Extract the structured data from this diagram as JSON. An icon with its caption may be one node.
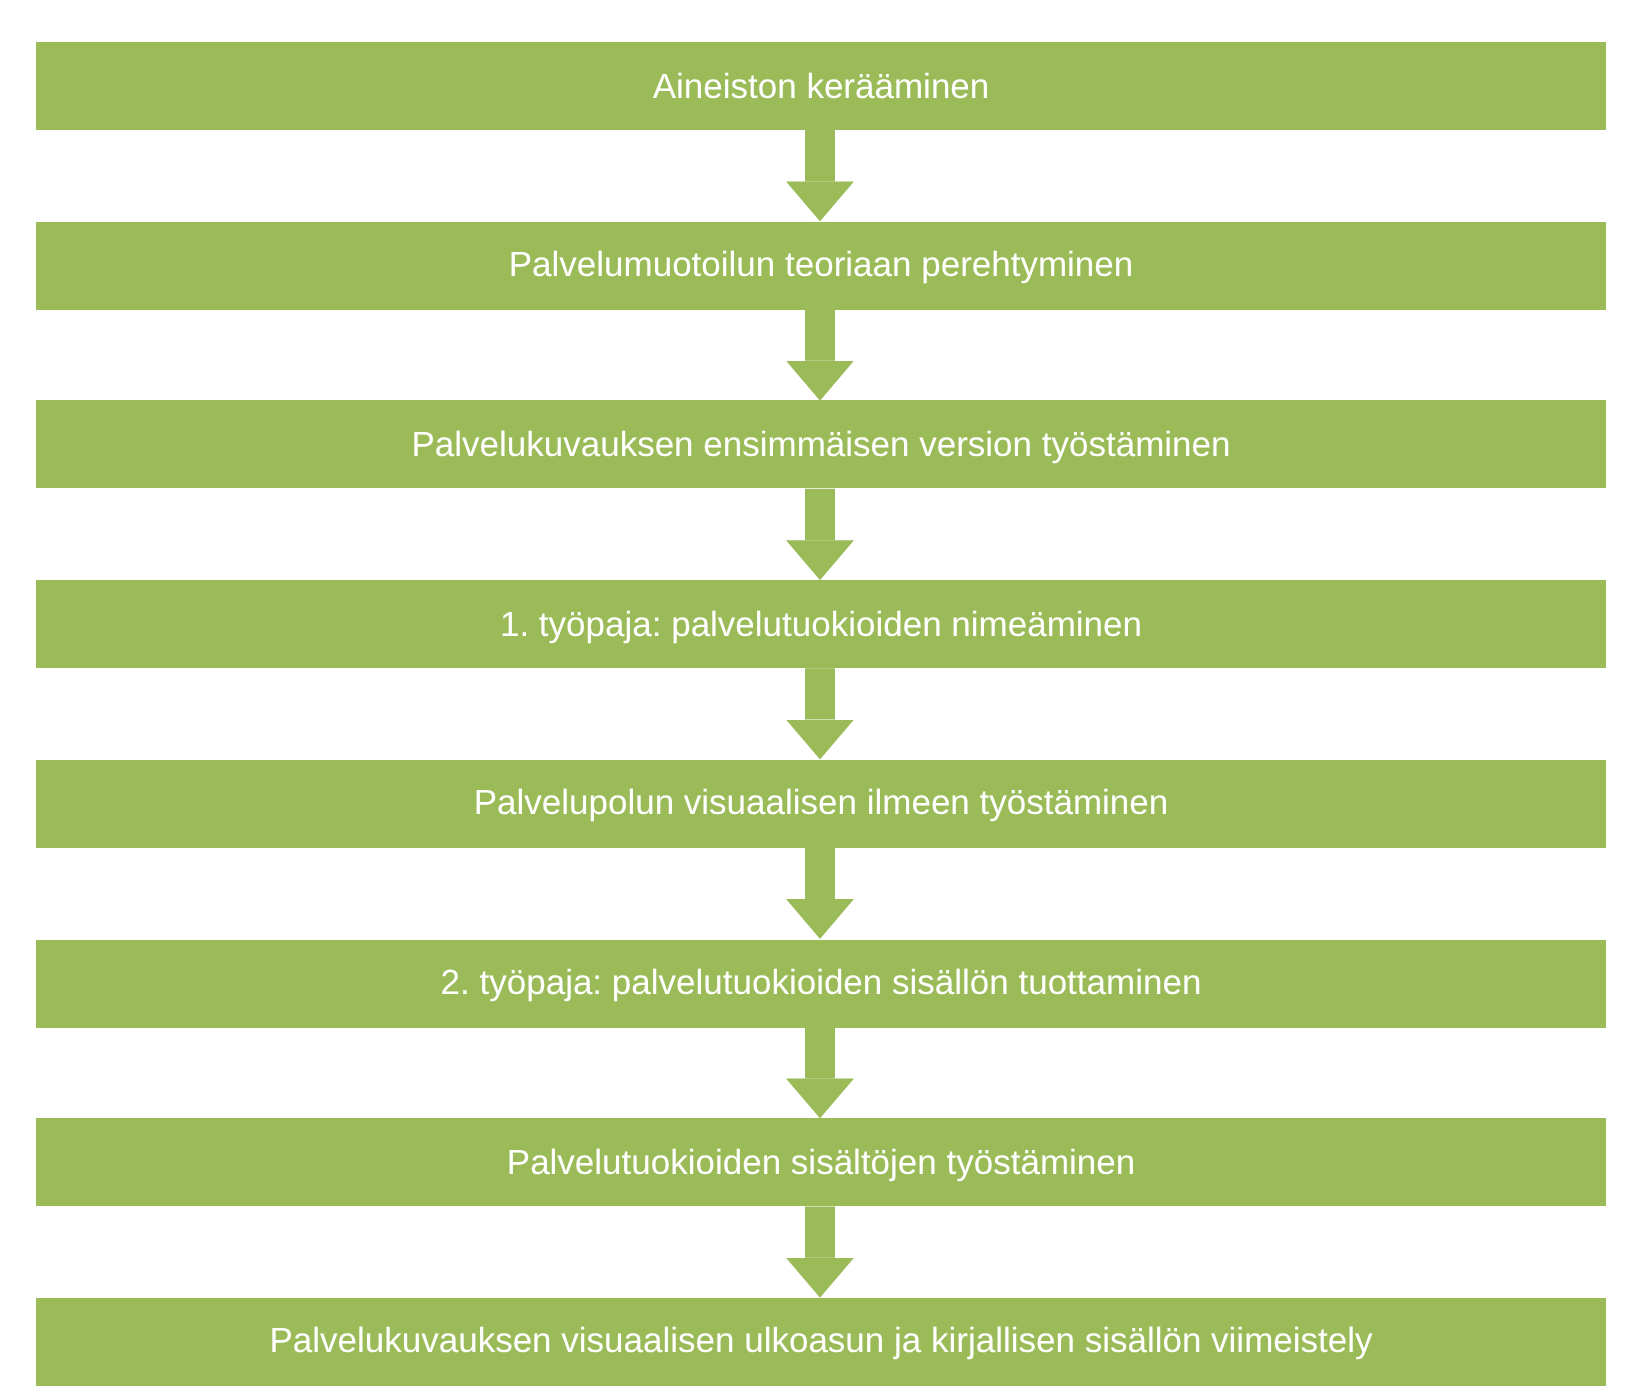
{
  "diagram": {
    "nodes": [
      {
        "text": [
          "Aineiston kerääminen"
        ]
      },
      {
        "text": [
          "Palvelumuotoilun teoriaan perehtyminen"
        ]
      },
      {
        "text": [
          "Palvelukuvauksen ensimmäisen version työstäminen"
        ]
      },
      {
        "text": [
          "1. työpaja: palvelutuokioiden nimeäminen"
        ]
      },
      {
        "text": [
          "Palvelupolun visuaalisen ilmeen työstäminen"
        ]
      },
      {
        "text": [
          "2. työpaja: palvelutuokioiden sisällön tuottaminen"
        ]
      },
      {
        "text": [
          "Palvelutuokioiden sisältöjen työstäminen"
        ]
      },
      {
        "text": [
          "Palvelukuvauksen visuaalisen ulkoasun ja kirjallisen sisällön viimeistely"
        ]
      }
    ],
    "edges": [
      {
        "from": 0,
        "to": 1,
        "arrow": "to"
      },
      {
        "from": 1,
        "to": 2,
        "arrow": "to"
      },
      {
        "from": 2,
        "to": 3,
        "arrow": "to"
      },
      {
        "from": 3,
        "to": 4,
        "arrow": "to"
      },
      {
        "from": 4,
        "to": 5,
        "arrow": "to"
      },
      {
        "from": 5,
        "to": 6,
        "arrow": "to"
      },
      {
        "from": 6,
        "to": 7,
        "arrow": "to"
      }
    ]
  }
}
